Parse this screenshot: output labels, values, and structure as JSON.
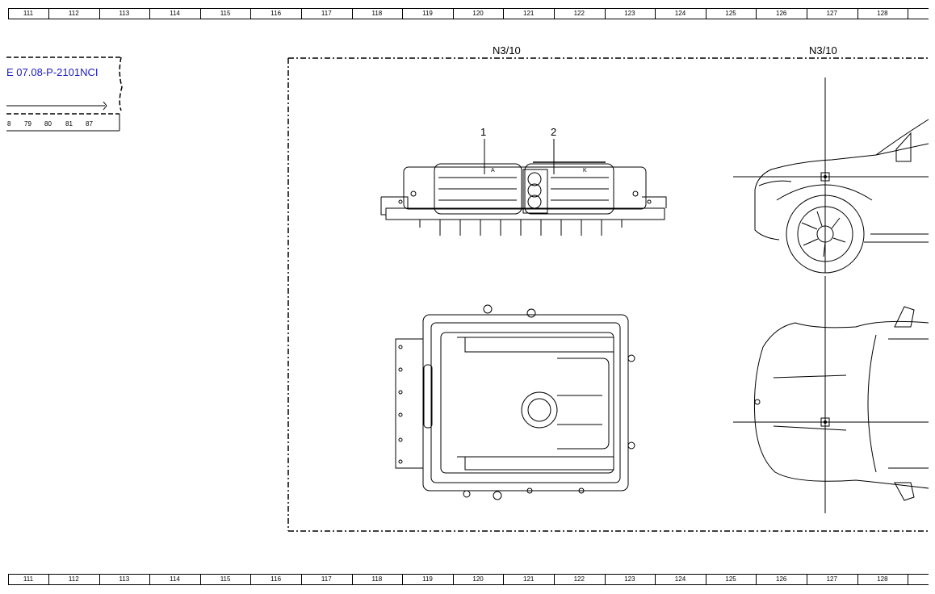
{
  "ruler": {
    "columns": [
      "111",
      "112",
      "113",
      "114",
      "115",
      "116",
      "117",
      "118",
      "119",
      "120",
      "121",
      "122",
      "123",
      "124",
      "125",
      "126",
      "127",
      "128"
    ]
  },
  "reference": {
    "link_text": "E 07.08-P-2101NCI",
    "pins": [
      "8",
      "79",
      "80",
      "81",
      "87"
    ]
  },
  "components": {
    "left_title": "N3/10",
    "right_title": "N3/10",
    "callout_1": "1",
    "callout_2": "2",
    "connector_a": "A",
    "connector_k": "K"
  }
}
